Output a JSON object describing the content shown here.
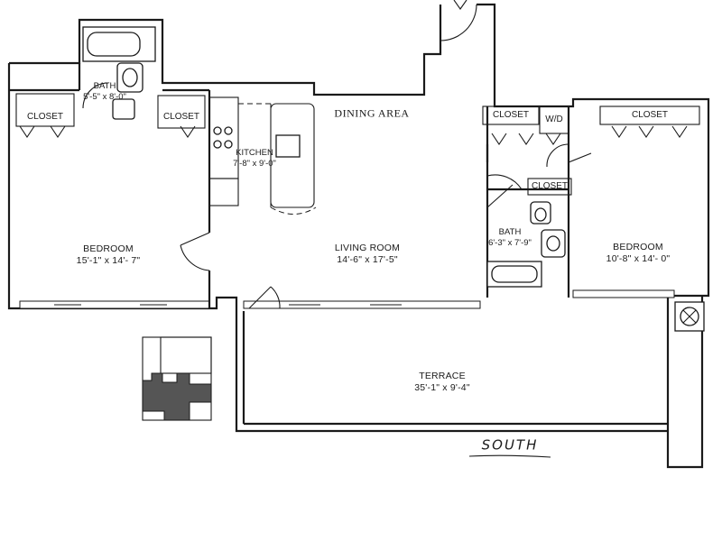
{
  "rooms": {
    "bedroom_left": {
      "name": "BEDROOM",
      "dims": "15'-1\" x 14'- 7\""
    },
    "living_room": {
      "name": "LIVING ROOM",
      "dims": "14'-6\" x 17'-5\""
    },
    "bedroom_right": {
      "name": "BEDROOM",
      "dims": "10'-8\" x 14'- 0\""
    },
    "terrace": {
      "name": "TERRACE",
      "dims": "35'-1\" x 9'-4\""
    },
    "kitchen": {
      "name": "KITCHEN",
      "dims": "7'-8\" x 9'-0\""
    },
    "bath_top": {
      "name": "BATH",
      "dims": "5'-5\" x 8'-0\""
    },
    "bath_right": {
      "name": "BATH",
      "dims": "6'-3\" x 7'-9\""
    },
    "dining_area": {
      "name": "DINING AREA"
    }
  },
  "closets": {
    "closet_1": "CLOSET",
    "closet_2": "CLOSET",
    "closet_3": "CLOSET",
    "closet_4": "CLOSET",
    "closet_5": "CLOSET"
  },
  "washer_dryer": "W/D",
  "orientation": "SOUTH"
}
